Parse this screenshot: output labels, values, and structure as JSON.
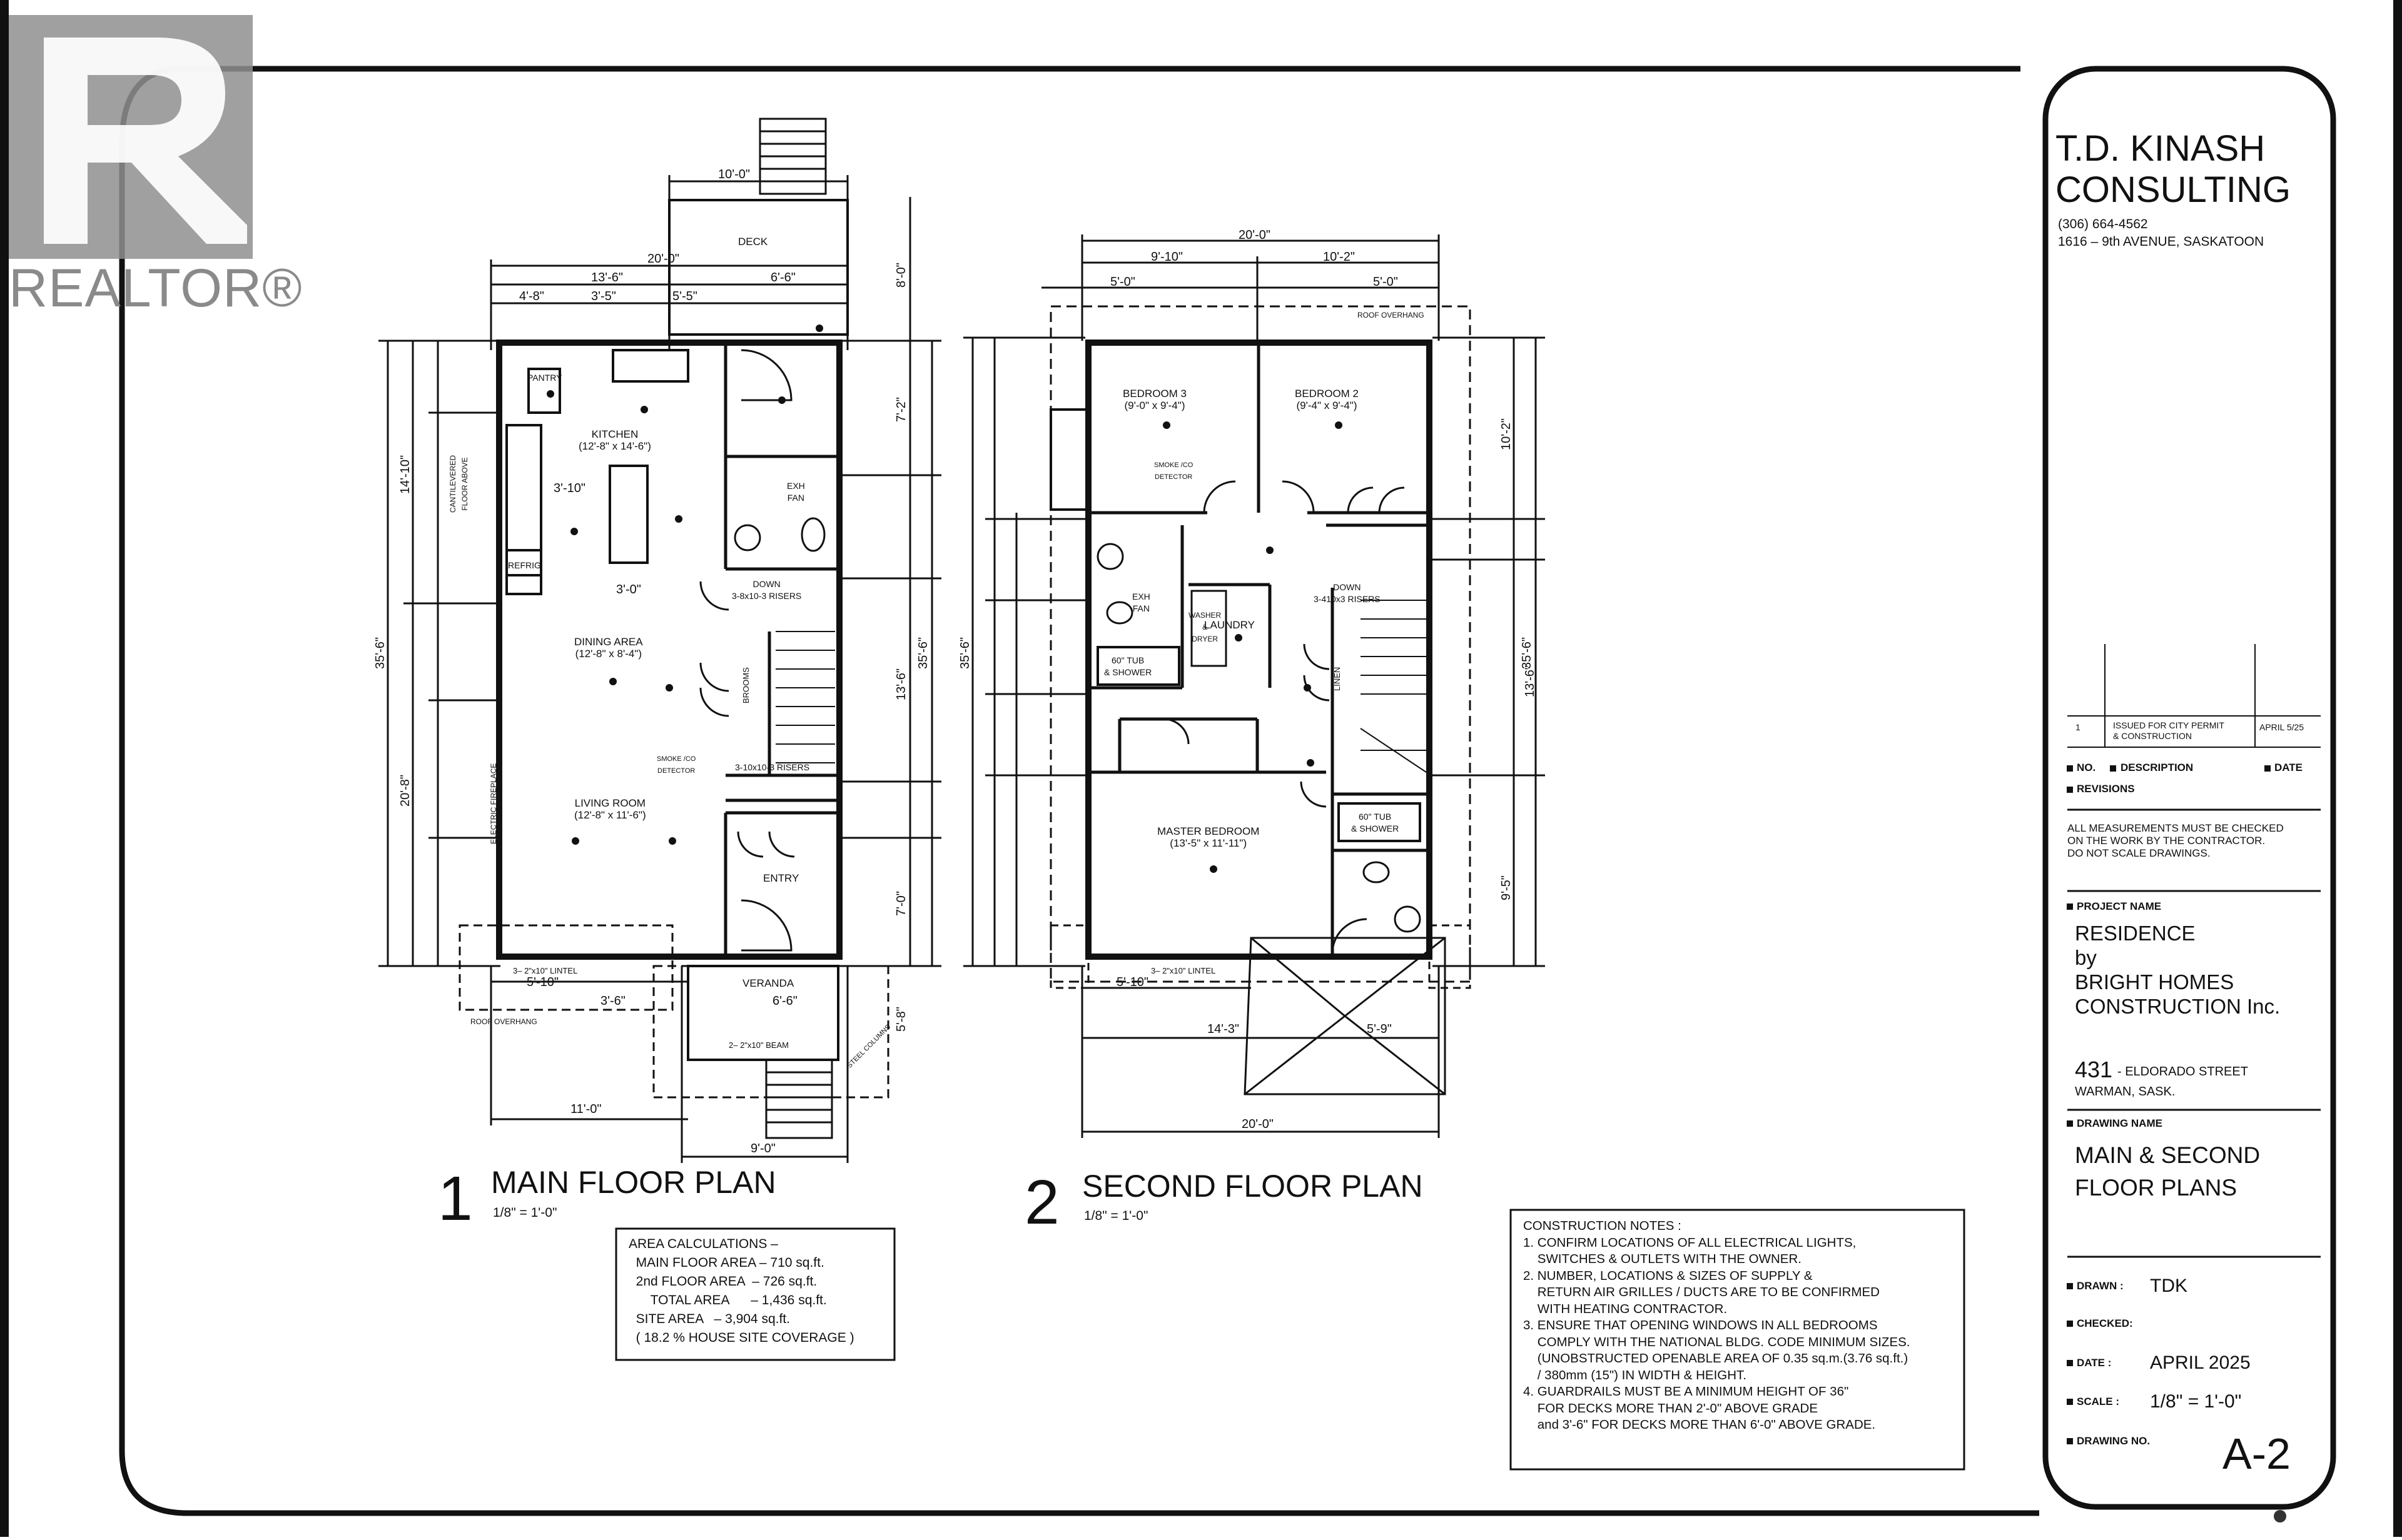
{
  "watermark": {
    "brand": "REALTOR®"
  },
  "title_block": {
    "firm_name_line1": "T.D. KINASH",
    "firm_name_line2": "CONSULTING",
    "phone": "(306) 664-4562",
    "address": "1616 – 9th AVENUE, SASKATOON",
    "revisions": {
      "row_no": "1",
      "row_desc": "ISSUED FOR CITY PERMIT\n& CONSTRUCTION",
      "row_date": "APRIL 5/25",
      "col_no": "NO.",
      "col_desc": "DESCRIPTION",
      "col_date": "DATE",
      "label": "REVISIONS"
    },
    "disclaimer": "ALL MEASUREMENTS MUST BE CHECKED\nON THE WORK BY THE CONTRACTOR.\nDO NOT SCALE DRAWINGS.",
    "project_name_label": "PROJECT NAME",
    "project_name": "RESIDENCE\nby\nBRIGHT HOMES\nCONSTRUCTION Inc.",
    "address_number": "431",
    "address_street": "- ELDORADO STREET",
    "address_city": "WARMAN, SASK.",
    "drawing_name_label": "DRAWING NAME",
    "drawing_name": "MAIN & SECOND\nFLOOR PLANS",
    "drawn_label": "DRAWN :",
    "drawn_value": "TDK",
    "checked_label": "CHECKED:",
    "date_label": "DATE :",
    "date_value": "APRIL 2025",
    "scale_label": "SCALE :",
    "scale_value": "1/8\" = 1'-0\"",
    "drawing_no_label": "DRAWING NO.",
    "drawing_no": "A-2"
  },
  "plans": {
    "main": {
      "number": "1",
      "title": "MAIN FLOOR PLAN",
      "scale": "1/8\" = 1'-0\""
    },
    "second": {
      "number": "2",
      "title": "SECOND FLOOR PLAN",
      "scale": "1/8\" = 1'-0\""
    }
  },
  "area_calculations": "AREA CALCULATIONS –\n  MAIN FLOOR AREA – 710 sq.ft.\n  2nd FLOOR AREA  – 726 sq.ft.\n      TOTAL AREA      – 1,436 sq.ft.\n  SITE AREA   – 3,904 sq.ft.\n  ( 18.2 % HOUSE SITE COVERAGE )",
  "construction_notes": "CONSTRUCTION NOTES :\n1. CONFIRM LOCATIONS OF ALL ELECTRICAL LIGHTS,\n    SWITCHES & OUTLETS WITH THE OWNER.\n2. NUMBER, LOCATIONS & SIZES OF SUPPLY &\n    RETURN AIR GRILLES / DUCTS ARE TO BE CONFIRMED\n    WITH HEATING CONTRACTOR.\n3. ENSURE THAT OPENING WINDOWS IN ALL BEDROOMS\n    COMPLY WITH THE NATIONAL BLDG. CODE MINIMUM SIZES.\n    (UNOBSTRUCTED OPENABLE AREA OF 0.35 sq.m.(3.76 sq.ft.)\n    / 380mm (15\") IN WIDTH & HEIGHT.\n4. GUARDRAILS MUST BE A MINIMUM HEIGHT OF 36\"\n    FOR DECKS MORE THAN 2'-0\" ABOVE GRADE\n    and 3'-6\" FOR DECKS MORE THAN 6'-0\" ABOVE GRADE.",
  "main_rooms": {
    "pantry": "PANTRY",
    "kitchen": "KITCHEN\n(12'-8\" x 14'-6\")",
    "refrig": "REFRIG",
    "dining": "DINING AREA\n(12'-8\" x 8'-4\")",
    "living": "LIVING ROOM\n(12'-8\" x 11'-6\")",
    "entry": "ENTRY",
    "veranda": "VERANDA",
    "deck": "DECK",
    "down": "DOWN\n3-8x10-3 RISERS",
    "up": "3-10x10-3 RISERS",
    "exh": "EXH\nFAN",
    "fireplace": "ELECTRIC FIREPLACE",
    "cantilever": "CANTILEVERED\nFLOOR ABOVE",
    "smoke": "SMOKE /CO\nDETECTOR",
    "brooms": "BROOMS",
    "lintel": "3– 2\"x10\" LINTEL",
    "beam": "2– 2\"x10\" BEAM",
    "roof_overhang": "ROOF OVERHANG",
    "step_cols": "STEEL COLUMNS"
  },
  "second_rooms": {
    "bed3": "BEDROOM 3\n(9'-0\" x 9'-4\")",
    "bed2": "BEDROOM 2\n(9'-4\" x 9'-4\")",
    "laundry": "LAUNDRY",
    "washer": "WASHER\n&\nDRYER",
    "master": "MASTER BEDROOM\n(13'-5\" x 11'-11\")",
    "tub1": "60\" TUB\n& SHOWER",
    "tub2": "60\" TUB\n& SHOWER",
    "exh": "EXH\nFAN",
    "linen": "LINEN",
    "down": "DOWN\n3-410x3 RISERS",
    "smoke": "SMOKE /CO\nDETECTOR",
    "roof_overhang": "ROOF OVERHANG",
    "lintel": "3– 2\"x10\" LINTEL"
  },
  "dims_main": {
    "deck_w": "10'-0\"",
    "top_overall": "20'-0\"",
    "a": "13'-6\"",
    "b": "6'-6\"",
    "c": "4'-8\"",
    "d": "3'-5\"",
    "e": "5'-5\"",
    "left_total": "35'-6\"",
    "left_1": "14'-10\"",
    "left_2": "20'-8\"",
    "right_total": "35'-6\"",
    "k1": "3'-10\"",
    "k2": "3'-0\"",
    "bot_1": "5'-10\"",
    "bot_2": "3'-6\"",
    "bot_3": "6'-6\"",
    "bot_4": "11'-0\"",
    "bot_5": "9'-0\"",
    "r1": "8'-0\"",
    "r2": "7'-2\"",
    "r3": "13'-6\"",
    "r4": "7'-0\"",
    "r5": "5'-8\""
  },
  "dims_second": {
    "top_overall": "20'-0\"",
    "a": "9'-10\"",
    "b": "10'-2\"",
    "c": "5'-0\"",
    "d": "5'-0\"",
    "left_total": "35'-6\"",
    "right_total": "35'-6\"",
    "bot_1": "5'-10\"",
    "bot_2": "14'-3\"",
    "bot_3": "5'-9\"",
    "bot_4": "20'-0\"",
    "r1": "10'-2\"",
    "r2": "13'-6\"",
    "r3": "9'-5\""
  }
}
